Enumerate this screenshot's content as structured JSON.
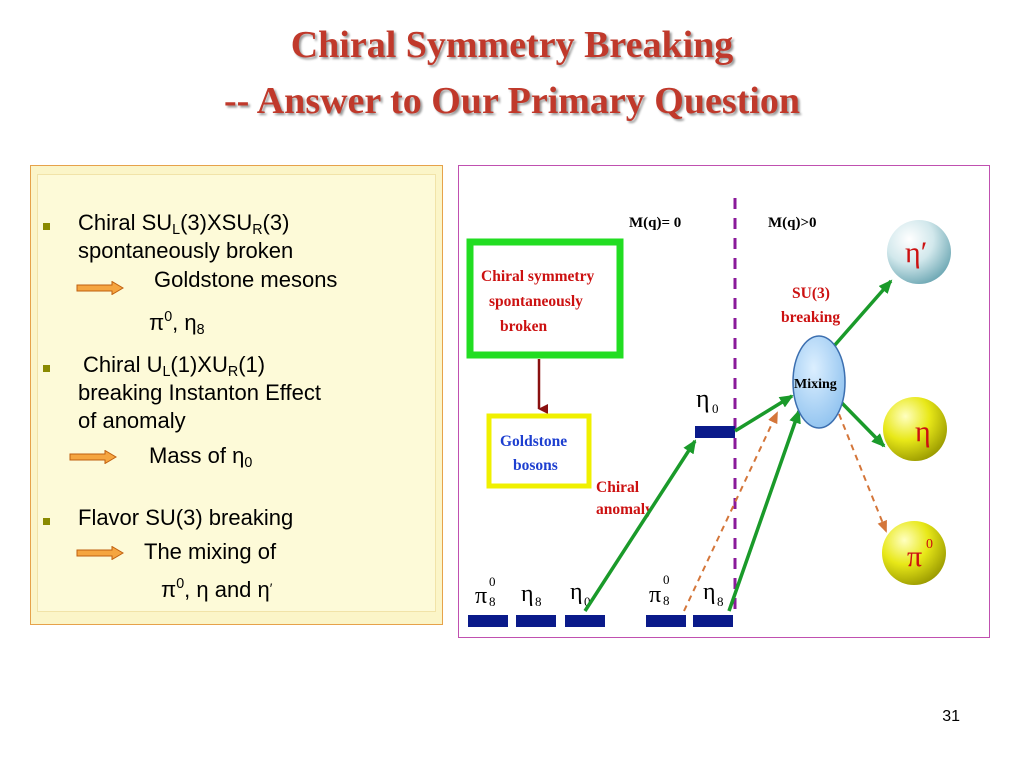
{
  "slide": {
    "title_line1": "Chiral Symmetry Breaking",
    "title_line2": "-- Answer to Our Primary Question",
    "page_number": "31"
  },
  "left": {
    "b1_chiral": "Chiral SU",
    "b1_L": "L",
    "b1_mid": "(3)XSU",
    "b1_R": "R",
    "b1_end": "(3)",
    "b1_line2": "spontaneously broken",
    "b1_result": "Goldstone  mesons",
    "b1_pi": "π",
    "b1_pi_sup": "0",
    "b1_comma": ", η",
    "b1_eta_sub": "8",
    "b2_chiral": "Chiral U",
    "b2_L": "L",
    "b2_mid": "(1)XU",
    "b2_R": "R",
    "b2_end": "(1)",
    "b2_line2": "breaking Instanton Effect",
    "b2_line3": "of anomaly",
    "b2_result": "Mass of η",
    "b2_result_sub": "0",
    "b3_line1": "Flavor SU(3) breaking",
    "b3_result": "The mixing of",
    "b3_pi": "π",
    "b3_pi_sup": "0",
    "b3_rest": ", η and η",
    "b3_prime": "′"
  },
  "diagram": {
    "mq_zero": "M(q)= 0",
    "mq_pos": "M(q)>0",
    "chiral_sym_1": "Chiral symmetry",
    "chiral_sym_2": "spontaneously",
    "chiral_sym_3": "broken",
    "goldstone_1": "Goldstone",
    "goldstone_2": "bosons",
    "chiral_anom_1": "Chiral",
    "chiral_anom_2": "anomaly",
    "su3_1": "SU(3)",
    "su3_2": "breaking",
    "mixing": "Mixing",
    "eta0_top": "η",
    "eta0_top_sub": "0",
    "ball_etap": "η′",
    "ball_eta": "η",
    "ball_pi": "π",
    "ball_pi_sup": "0",
    "bottom_pi": "π",
    "bottom_pi_sup": "0",
    "bottom_pi_sub": "8",
    "bottom_eta8": "η",
    "bottom_eta8_sub": "8",
    "bottom_eta0": "η",
    "bottom_eta0_sub": "0",
    "bottom2_pi": "π",
    "bottom2_pi_sup": "0",
    "bottom2_pi_sub": "8",
    "bottom2_eta8": "η",
    "bottom2_eta8_sub": "8"
  },
  "colors": {
    "title": "#c0392b",
    "green_box": "#22dd22",
    "yellow_box": "#f0f000",
    "dark_red_text": "#cc1111",
    "blue_text": "#1d3fd0",
    "level_bar": "#0a1a8a",
    "dashed_line": "#8a1a9a",
    "green_arrow": "#1a9a2a",
    "orange_dashed": "#d4763a"
  }
}
